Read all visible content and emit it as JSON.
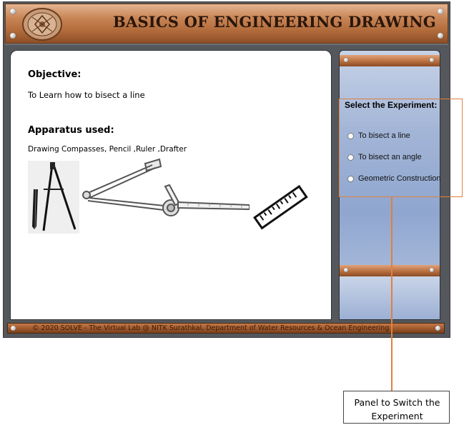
{
  "header": {
    "title": "BASICS OF ENGINEERING DRAWING",
    "logo_icon": "institution-emblem-icon"
  },
  "content": {
    "objective_heading": "Objective:",
    "objective_text": "To Learn how to bisect a line",
    "apparatus_heading": "Apparatus used:",
    "apparatus_text": "Drawing Compasses, Pencil ,Ruler ,Drafter",
    "images": [
      "compass-and-pencil-image",
      "drafter-image",
      "ruler-image"
    ]
  },
  "side_panel": {
    "heading": "Select the Experiment:",
    "options": [
      {
        "label": "To bisect a line",
        "selected": false
      },
      {
        "label": "To bisect an angle",
        "selected": false
      },
      {
        "label": "Geometric Construction",
        "selected": false
      }
    ]
  },
  "footer": {
    "text": "© 2020 SOLVE - The Virtual Lab @ NITK Surathkal, Department of Water Resources & Ocean Engineering"
  },
  "annotation": {
    "text": "Panel to Switch the Experiment"
  },
  "colors": {
    "accent": "#e0803d",
    "header_bronze": "#b06a3a",
    "frame": "#54575b",
    "panel_blue": "#a3b5d7"
  }
}
